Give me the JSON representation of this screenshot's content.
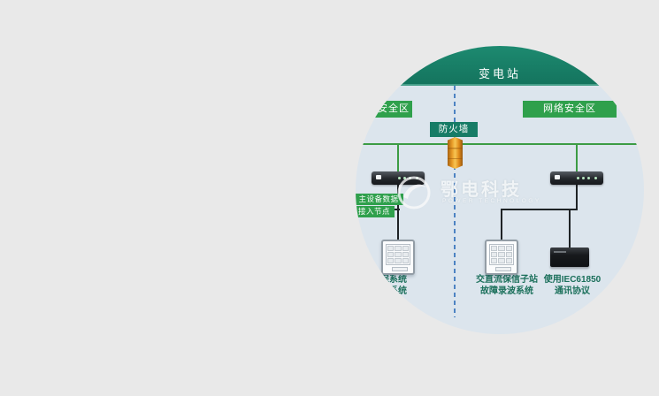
{
  "scene": {
    "substation_title": "变电站",
    "zone_left_label": "网络安全区",
    "zone_right_label": "网络安全区",
    "firewall_label": "防火墙",
    "access_node_label_line1": "主设备数据",
    "access_node_label_line2": "接入节点",
    "caption_left_line1": "保系统",
    "caption_left_line2": "系统",
    "caption_middle_line1": "交直流保信子站",
    "caption_middle_line2": "故障录波系统",
    "caption_right_line1": "使用IEC61850",
    "caption_right_line2": "通讯协议",
    "watermark_name": "鄂电科技",
    "watermark_subtitle": "POWER TECHNOLOGY",
    "colors": {
      "page_bg": "#e9e9e9",
      "circle_bg": "#dce5ed",
      "header_green": "#177c66",
      "zone_green": "#2fa04c",
      "line_green": "#3c9c44",
      "dashed_blue": "#4d83c3",
      "caption_green": "#1a6f5a",
      "firewall_orange": "#e8941f"
    }
  }
}
